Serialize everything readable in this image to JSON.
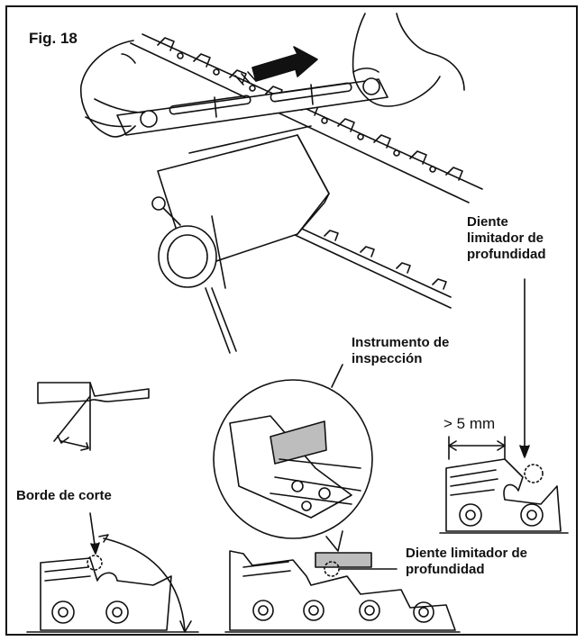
{
  "figure": {
    "title": "Fig. 18",
    "labels": {
      "depth_gauge_top": "Diente\nlimitador de\nprofundidad",
      "inspection_tool": "Instrumento de\ninspección",
      "measurement": "> 5 mm",
      "cutting_edge": "Borde de corte",
      "depth_gauge_bottom": "Diente limitador de\nprofundidad"
    }
  },
  "colors": {
    "line": "#111111",
    "fill": "#ffffff",
    "shade": "#bdbdbd"
  }
}
